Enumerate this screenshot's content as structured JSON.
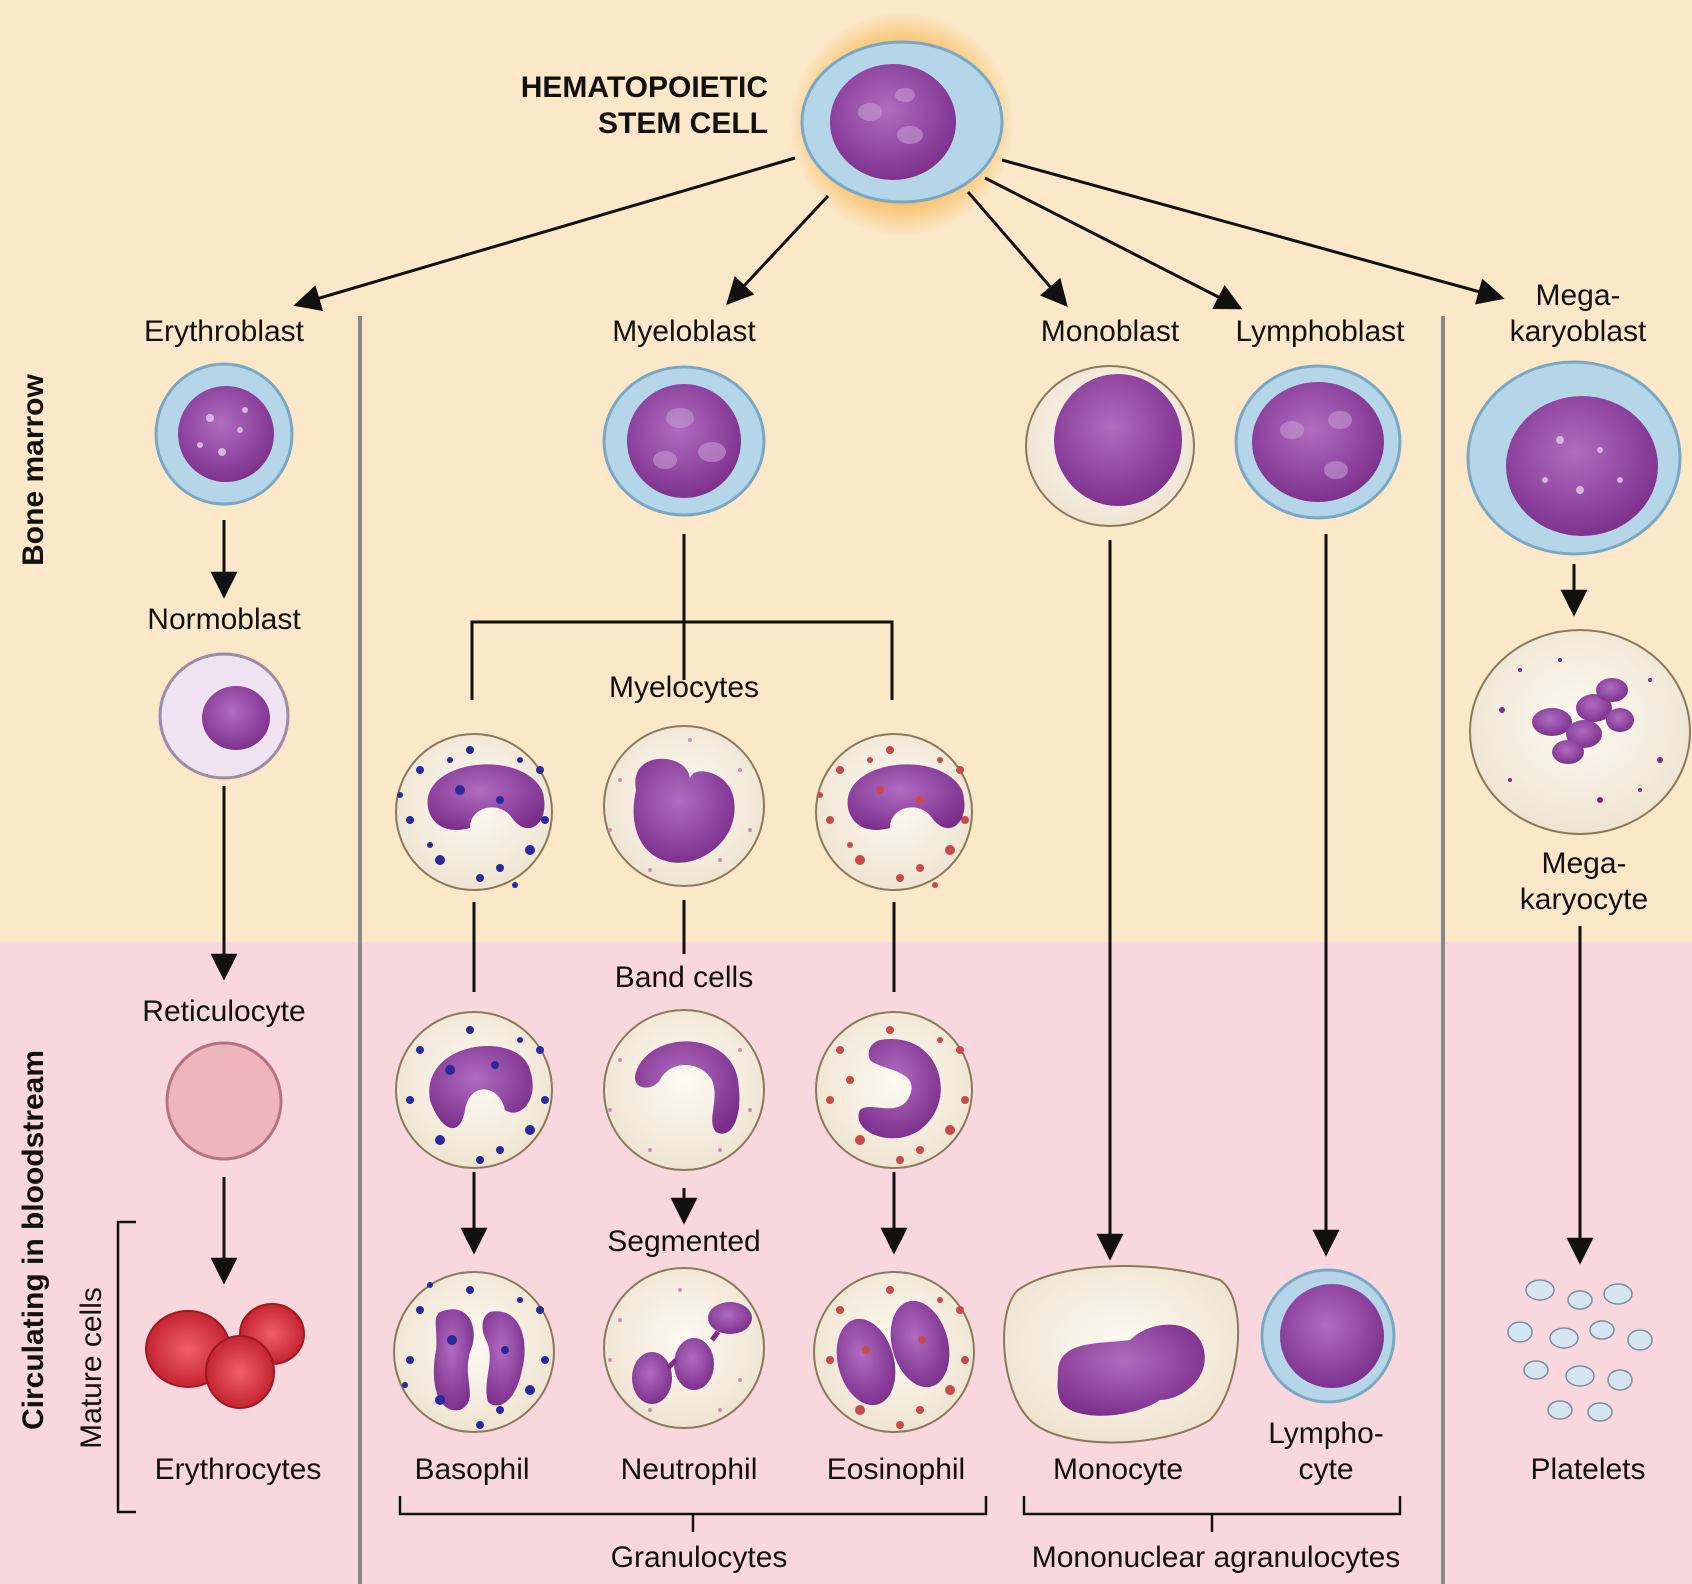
{
  "diagram": {
    "regions": {
      "marrow": "Bone marrow",
      "blood": "Circulating in bloodstream",
      "mature": "Mature cells"
    },
    "root": "HEMATOPOIETIC\nSTEM CELL",
    "blasts": {
      "erythroblast": "Erythroblast",
      "myeloblast": "Myeloblast",
      "monoblast": "Monoblast",
      "lymphoblast": "Lymphoblast",
      "megakaryoblast": "Mega-\nkaryoblast"
    },
    "stages": {
      "normoblast": "Normoblast",
      "reticulocyte": "Reticulocyte",
      "myelocytes": "Myelocytes",
      "band_cells": "Band cells",
      "segmented": "Segmented",
      "megakaryocyte": "Mega-\nkaryocyte"
    },
    "mature": {
      "erythrocytes": "Erythrocytes",
      "basophil": "Basophil",
      "neutrophil": "Neutrophil",
      "eosinophil": "Eosinophil",
      "monocyte": "Monocyte",
      "lymphocyte": "Lympho-\ncyte",
      "platelets": "Platelets"
    },
    "groups": {
      "granulocytes": "Granulocytes",
      "agranulocytes": "Mononuclear agranulocytes"
    }
  },
  "colors": {
    "marrow_bg": "#fbe8c8",
    "blood_bg": "#f8d8de",
    "nucleus": "#8a3c98",
    "blast_cytoplasm": "#b5d6e8",
    "granule_basophil": "#2a2a9a",
    "granule_eosinophil": "#c84a4a",
    "erythrocyte": "#d9303a"
  }
}
